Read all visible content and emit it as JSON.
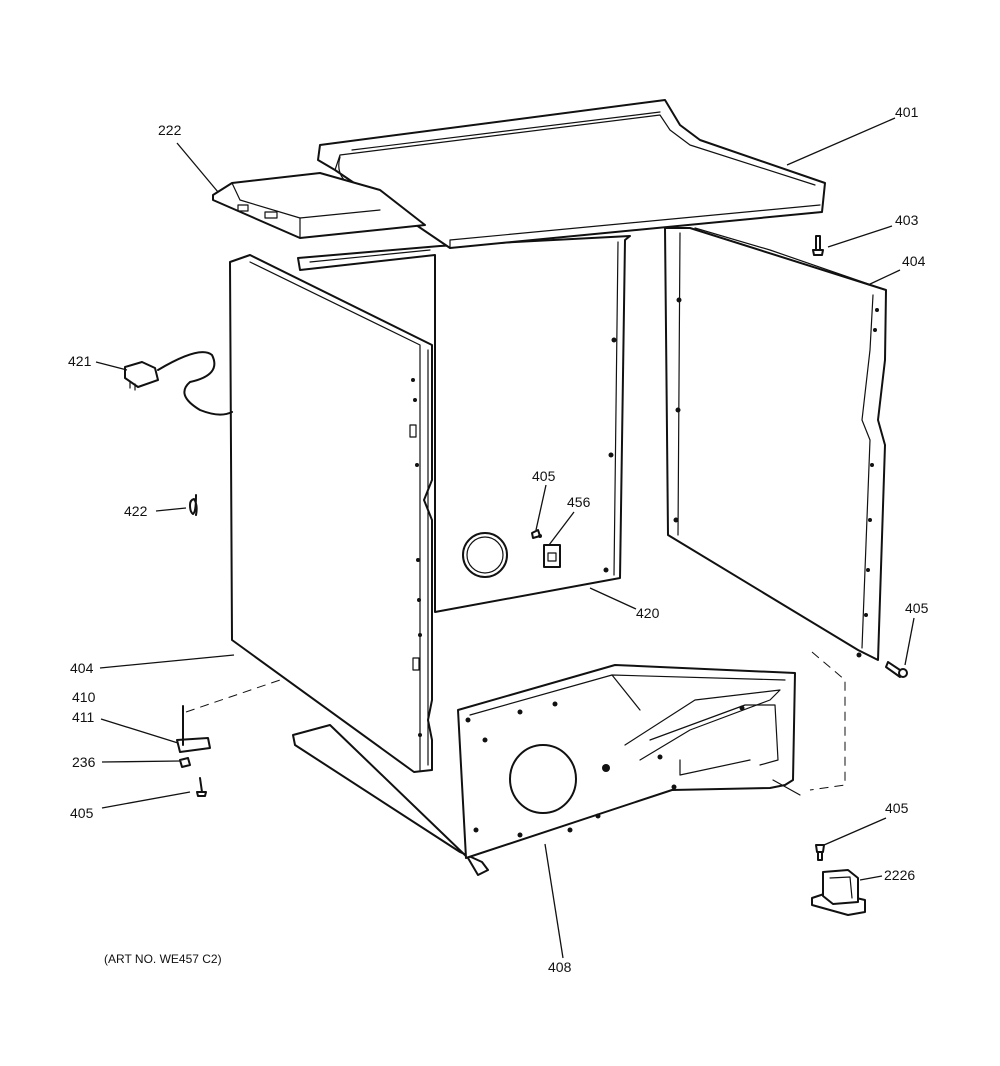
{
  "labels": {
    "p222": "222",
    "p401": "401",
    "p403": "403",
    "p404_right": "404",
    "p421": "421",
    "p422": "422",
    "p405_center": "405",
    "p456": "456",
    "p420": "420",
    "p405_right": "405",
    "p404_left": "404",
    "p410": "410",
    "p411": "411",
    "p236": "236",
    "p405_left": "405",
    "p405_bottom": "405",
    "p2226": "2226",
    "p408": "408"
  },
  "art_number": "(ART NO. WE457 C2)"
}
